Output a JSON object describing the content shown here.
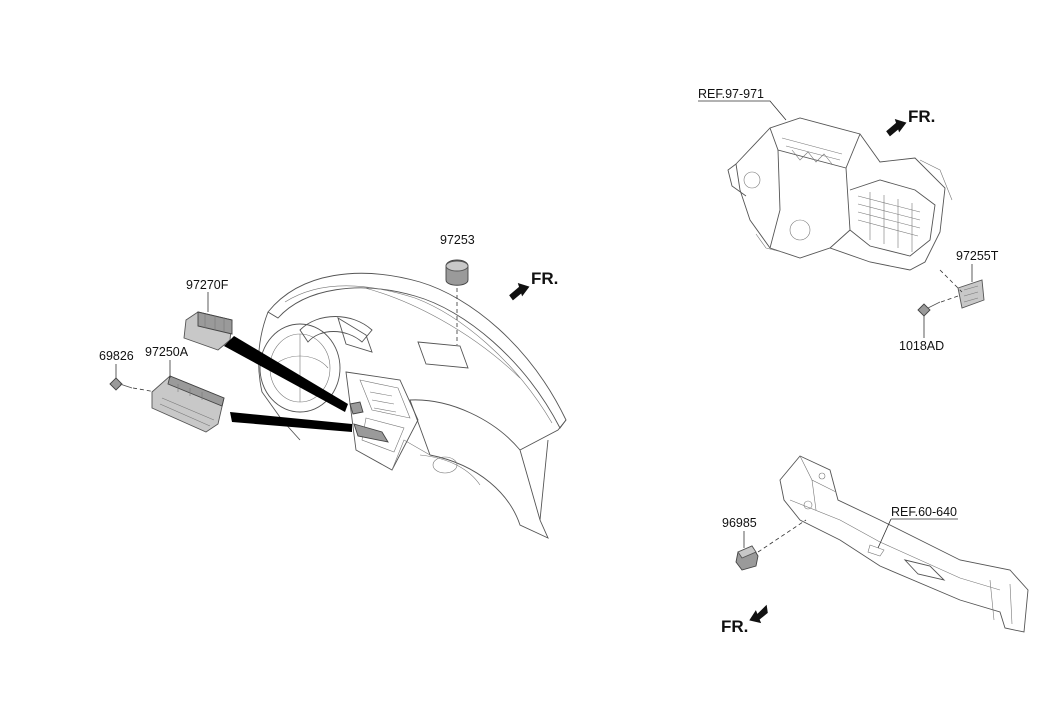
{
  "labels": {
    "p97253": "97253",
    "p97270F": "97270F",
    "p69826": "69826",
    "p97250A": "97250A",
    "ref97971": "REF.97-971",
    "p97255T": "97255T",
    "p1018AD": "1018AD",
    "p96985": "96985",
    "ref60640": "REF.60-640"
  },
  "front_marker": "FR."
}
